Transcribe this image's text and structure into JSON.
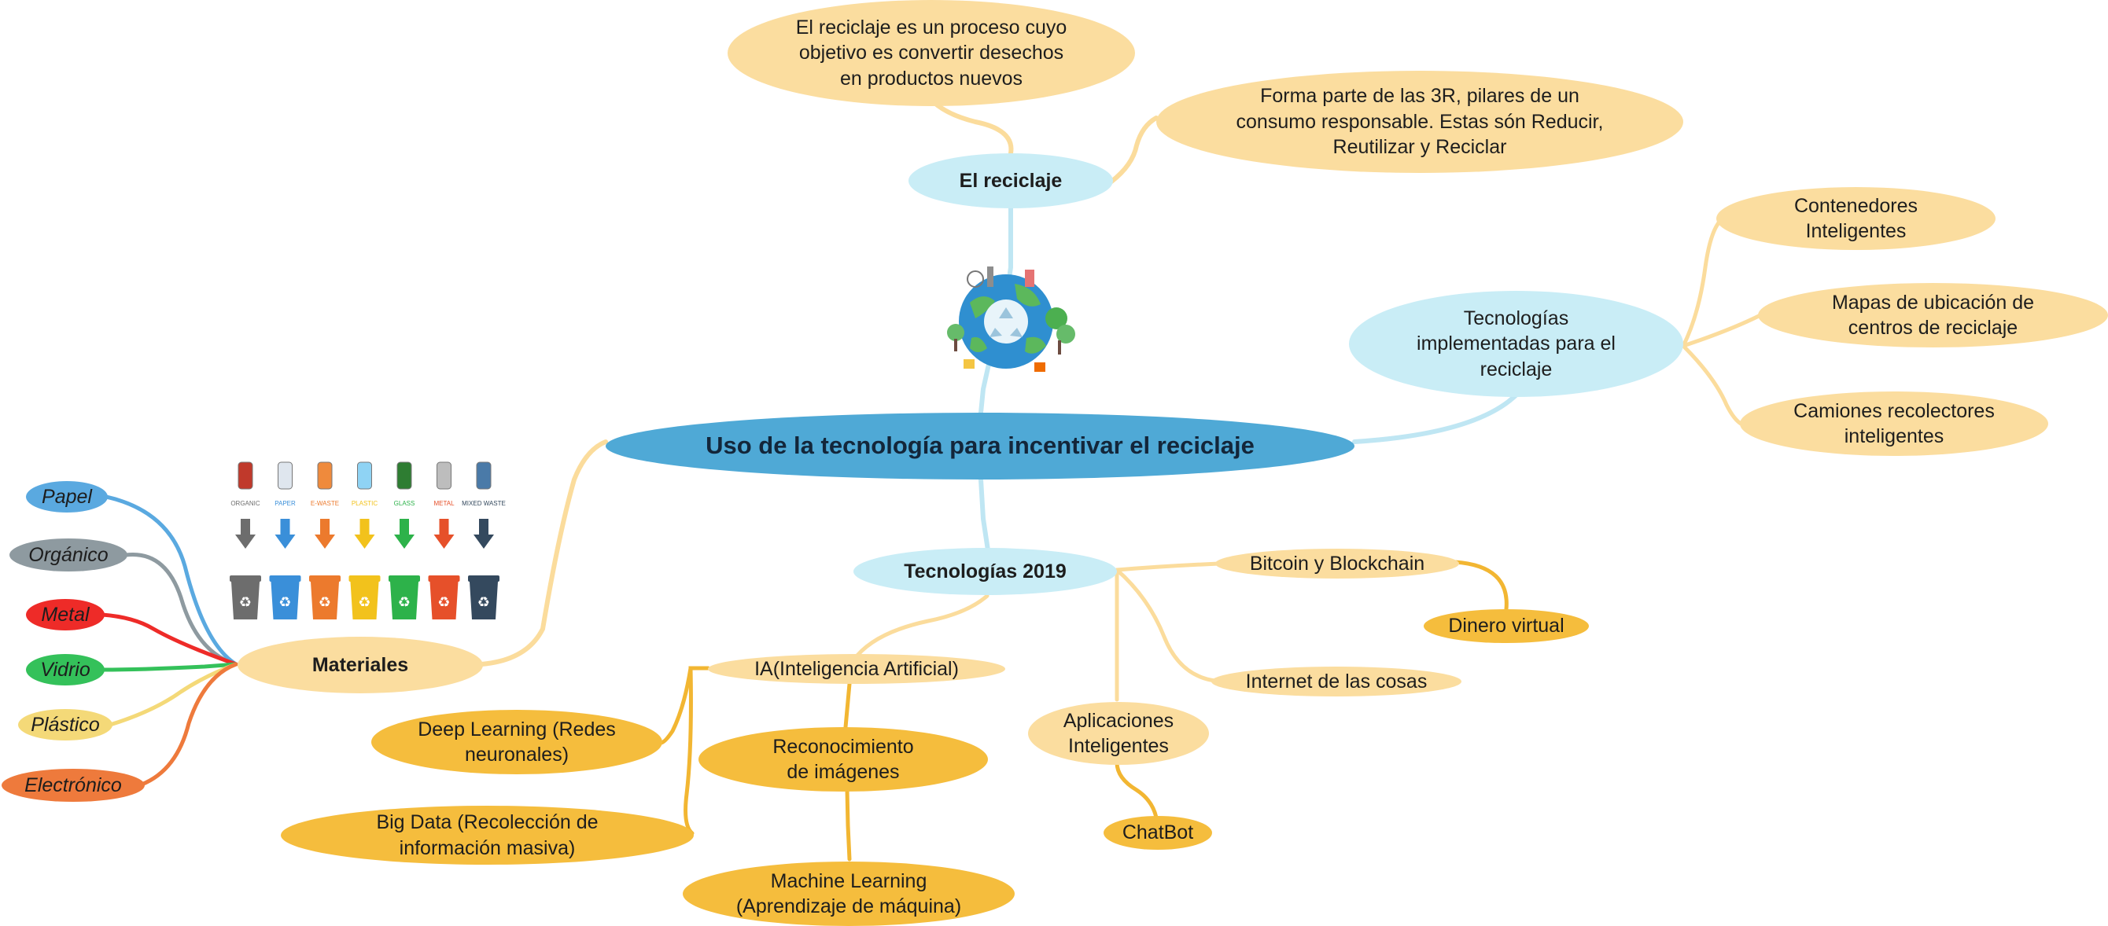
{
  "central": {
    "label": "Uso de la tecnología para incentivar el reciclaje"
  },
  "reciclaje": {
    "label": "El reciclaje",
    "facts": [
      "El reciclaje es un proceso cuyo\nobjetivo es convertir desechos\nen productos nuevos",
      "Forma parte de las 3R, pilares de un\nconsumo responsable. Estas són Reducir,\nReutilizar y Reciclar"
    ]
  },
  "tecnologias_impl": {
    "label": "Tecnologías\nimplementadas para el\nreciclaje",
    "items": [
      "Contenedores\nInteligentes",
      "Mapas de ubicación de\ncentros de reciclaje",
      "Camiones recolectores\ninteligentes"
    ]
  },
  "tecnologias_2019": {
    "label": "Tecnologías 2019",
    "bitcoin": "Bitcoin y Blockchain",
    "dinero": "Dinero virtual",
    "iot": "Internet de las cosas",
    "apps": "Aplicaciones\nInteligentes",
    "chatbot": "ChatBot",
    "ia": "IA(Inteligencia Artificial)",
    "deep": "Deep Learning (Redes\nneuronales)",
    "vision": "Reconocimiento\nde imágenes",
    "bigdata": "Big Data (Recolección de\ninformación masiva)",
    "ml": "Machine Learning\n(Aprendizaje de máquina)"
  },
  "materiales": {
    "label": "Materiales",
    "items": [
      "Papel",
      "Orgánico",
      "Metal",
      "Vidrio",
      "Plástico",
      "Electrónico"
    ]
  },
  "bins": {
    "labels": [
      "ORGANIC",
      "PAPER",
      "E-WASTE",
      "PLASTIC",
      "GLASS",
      "METAL",
      "MIXED WASTE"
    ],
    "colors": [
      "#6d6d6d",
      "#3a8fd9",
      "#ec7a2d",
      "#f2c21c",
      "#2db24a",
      "#e6502a",
      "#34495e"
    ]
  },
  "colors": {
    "main": "#4fa9d6",
    "sub": "#c9edf6",
    "light": "#fbdd9f",
    "dark": "#f5bd3d",
    "link_blue": "#bfe6f3",
    "link_yellow": "#fbdc9c",
    "link_dark": "#f2b632"
  },
  "icons": [
    "recycling-globe-icon",
    "waste-bins-icon"
  ]
}
